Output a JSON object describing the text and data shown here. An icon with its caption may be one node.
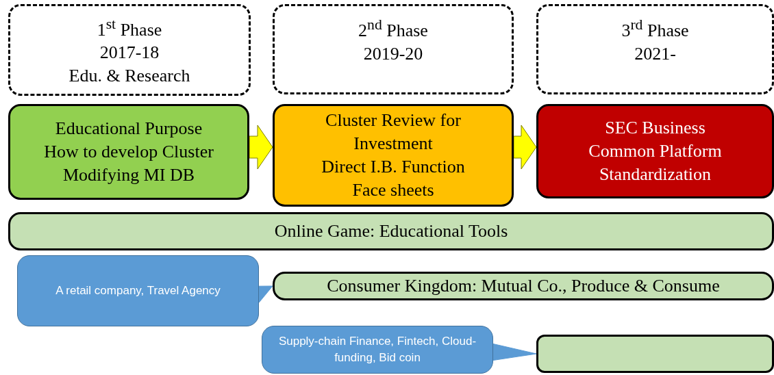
{
  "diagram": {
    "nodes": [
      {
        "text": [
          "1$^{st}$ Phase",
          "2017-18",
          "Edu. & Research"
        ]
      },
      {
        "text": [
          "2$^{nd}$ Phase",
          "2019-20"
        ]
      },
      {
        "text": [
          "3$^{rd}$ Phase",
          "2021-"
        ]
      },
      {
        "text": [
          "Educational Purpose",
          "How to develop Cluster",
          "Modifying MI DB"
        ]
      },
      {
        "text": [
          "Cluster Review for Investment",
          "Direct I.B. Function",
          "Face sheets"
        ]
      },
      {
        "text": [
          "SEC Business",
          "Common Platform",
          "Standardization"
        ]
      },
      {
        "text": [
          "Online Game: Educational Tools"
        ]
      },
      {
        "text": [
          "A retail company, Travel Agency"
        ]
      },
      {
        "text": [
          "Consumer Kingdom: Mutual Co., Produce & Consume"
        ]
      },
      {
        "text": [
          "Supply-chain Finance, Fintech, Cloud-funding, Bid coin"
        ]
      },
      {
        "text": [],
        "shape": "box"
      }
    ],
    "edges": [
      {
        "from": 3,
        "to": 4,
        "arrow": "to",
        "style": "thick"
      },
      {
        "from": 4,
        "to": 5,
        "arrow": "to",
        "style": "thick"
      },
      {
        "from": 7,
        "to": 8,
        "arrow": "to",
        "color": "#5b9bd5"
      },
      {
        "from": 9,
        "to": 10,
        "arrow": "to",
        "color": "#5b9bd5"
      }
    ]
  }
}
